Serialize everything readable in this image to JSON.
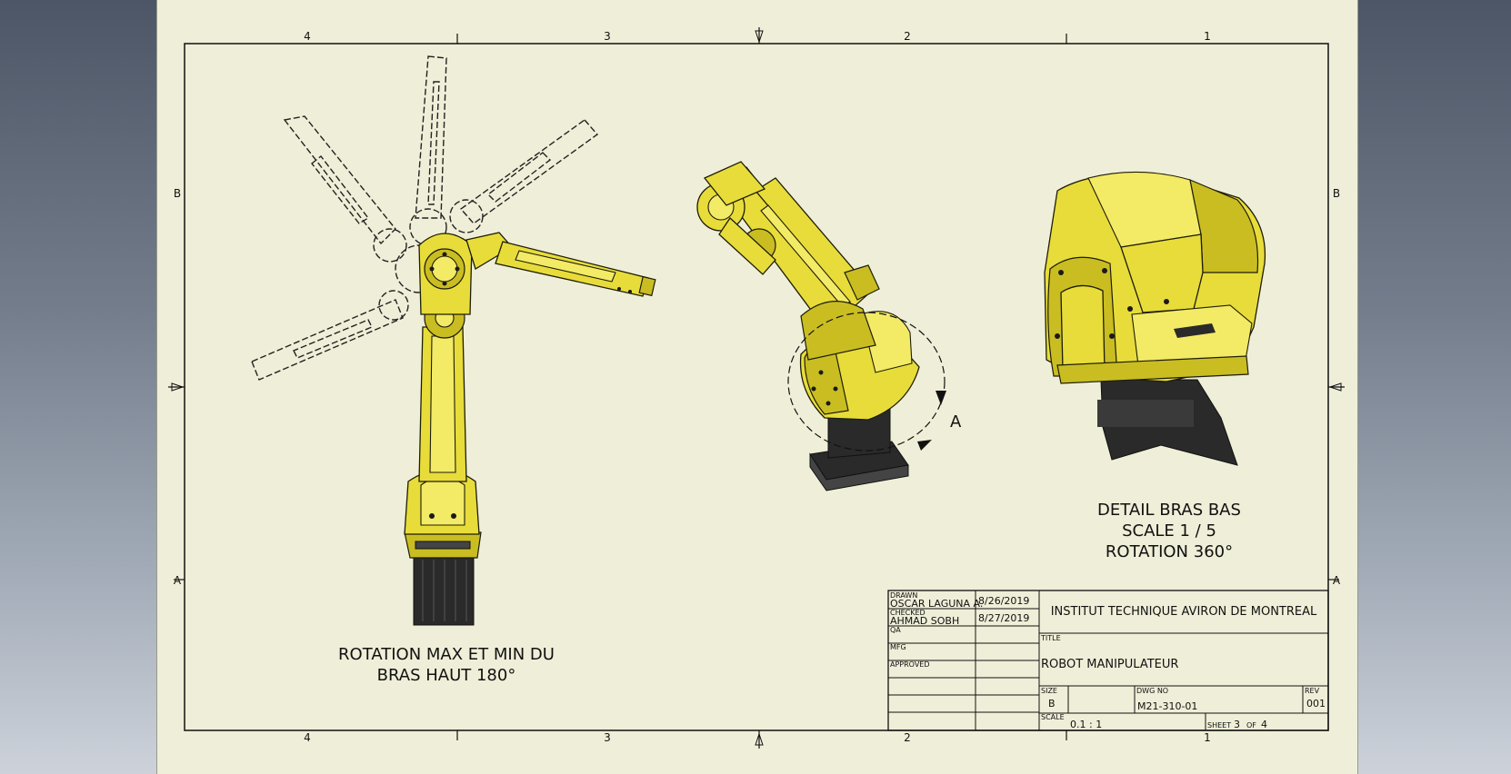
{
  "sheet": {
    "zones_top": [
      "4",
      "3",
      "2",
      "1"
    ],
    "zones_bottom": [
      "4",
      "3",
      "2",
      "1"
    ],
    "zones_left": [
      "B",
      "A"
    ],
    "zones_right": [
      "B",
      "A"
    ]
  },
  "views": {
    "left_caption_1": "ROTATION MAX ET MIN DU",
    "left_caption_2": "BRAS HAUT 180°",
    "middle_label": "A",
    "detail_caption_1": "DETAIL  BRAS BAS",
    "detail_caption_2": "SCALE 1 / 5",
    "detail_caption_3": "ROTATION 360°"
  },
  "title_block": {
    "drawn_label": "DRAWN",
    "drawn_name": "OSCAR LAGUNA A.",
    "drawn_date": "8/26/2019",
    "checked_label": "CHECKED",
    "checked_name": "AHMAD SOBH",
    "checked_date": "8/27/2019",
    "qa_label": "QA",
    "mfg_label": "MFG",
    "approved_label": "APPROVED",
    "company": "INSTITUT TECHNIQUE AVIRON DE MONTREAL",
    "title_label": "TITLE",
    "title": "ROBOT MANIPULATEUR",
    "size_label": "SIZE",
    "size": "B",
    "dwg_label": "DWG NO",
    "dwg_no": "M21-310-01",
    "rev_label": "REV",
    "rev": "001",
    "scale_label": "SCALE",
    "scale": "0.1 : 1",
    "sheet_label": "SHEET",
    "sheet_no": "3",
    "of_label": "OF",
    "sheet_total": "4"
  }
}
